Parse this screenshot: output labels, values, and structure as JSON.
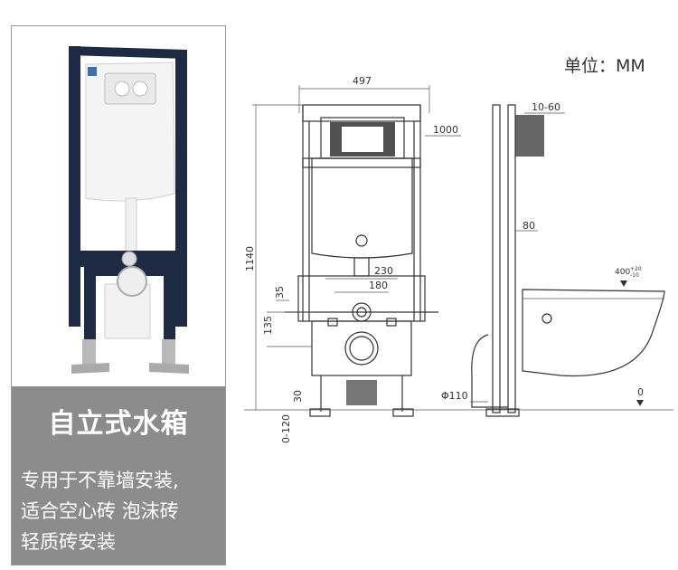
{
  "caption": {
    "title": "自立式水箱",
    "lines": [
      "专用于不靠墙安装,",
      "适合空心砖 泡沫砖",
      "轻质砖安装"
    ]
  },
  "drawing": {
    "unit_label": "单位：MM",
    "dims": {
      "width_497": "497",
      "height_1140": "1140",
      "d_1000": "1000",
      "d_230": "230",
      "d_180": "180",
      "d_35": "35",
      "d_135": "135",
      "d_30": "30",
      "range_0_120": "0-120",
      "range_10_60": "10-60",
      "d_80": "80",
      "pipe_110": "Φ110",
      "h_400": "400",
      "h_400_tol_upper": "+20",
      "h_400_tol_lower": "-10",
      "floor_0": "0"
    }
  },
  "colors": {
    "caption_bg": "#8c8c8c",
    "frame": "#1f2a44",
    "tank": "#f4f4f4"
  }
}
